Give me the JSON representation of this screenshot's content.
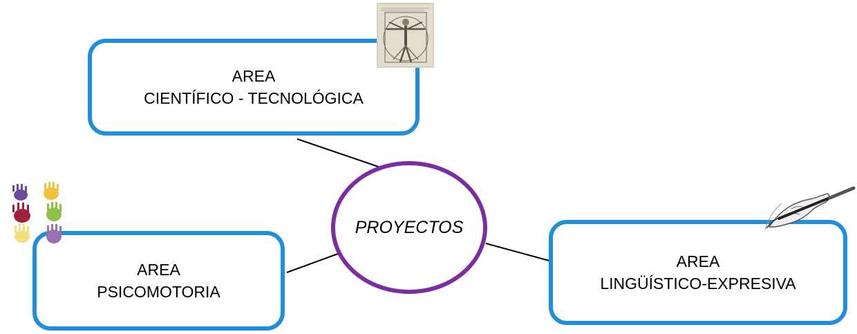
{
  "diagram": {
    "hub": {
      "label": "PROYECTOS"
    },
    "areas": [
      {
        "id": "cientifico",
        "line1": "AREA",
        "line2": "CIENTÍFICO - TECNOLÓGICA"
      },
      {
        "id": "psicomotoria",
        "line1": "AREA",
        "line2": "PSICOMOTORIA"
      },
      {
        "id": "linguistico",
        "line1": "AREA",
        "line2": "LINGÜÍSTICO-EXPRESIVA"
      }
    ],
    "images": [
      {
        "id": "vitruvian",
        "icon": "vitruvian-man-illustration"
      },
      {
        "id": "hands",
        "icon": "colored-handprints-illustration"
      },
      {
        "id": "writing",
        "icon": "hand-writing-with-pen-illustration"
      }
    ]
  },
  "colors": {
    "box_border": "#1f8fdb",
    "hub_border": "#7a2ea0",
    "connector": "#000000"
  }
}
